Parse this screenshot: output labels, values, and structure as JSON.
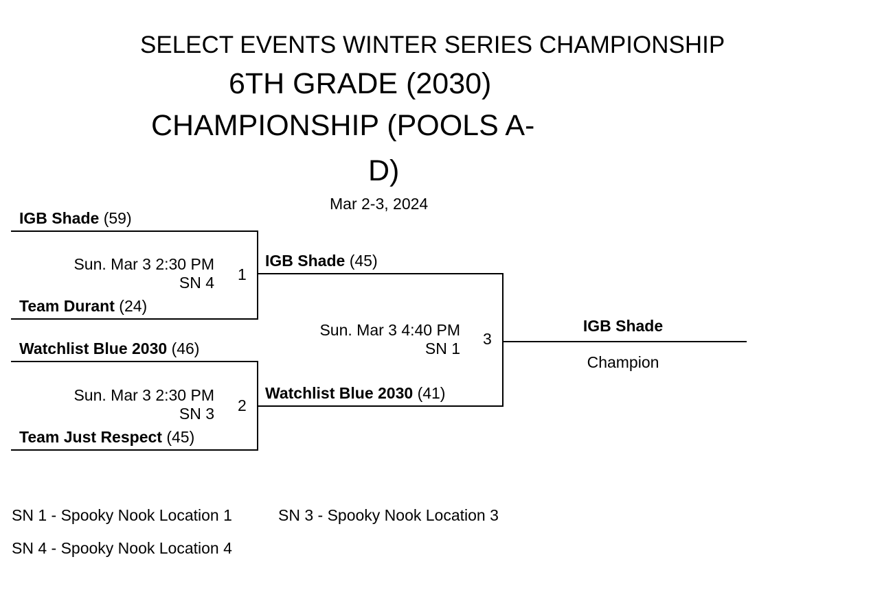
{
  "header": {
    "event": "SELECT EVENTS WINTER SERIES CHAMPIONSHIP",
    "title_line1": "6TH GRADE (2030)",
    "title_line2": "CHAMPIONSHIP (POOLS A-",
    "title_line3": "D)",
    "date": "Mar 2-3, 2024"
  },
  "games": [
    {
      "number": "1",
      "top_team": "IGB Shade",
      "top_score": "(59)",
      "bottom_team": "Team Durant",
      "bottom_score": "(24)",
      "time": "Sun. Mar 3 2:30 PM",
      "location": "SN 4"
    },
    {
      "number": "2",
      "top_team": "Watchlist Blue 2030",
      "top_score": "(46)",
      "bottom_team": "Team Just Respect",
      "bottom_score": "(45)",
      "time": "Sun. Mar 3 2:30 PM",
      "location": "SN 3"
    },
    {
      "number": "3",
      "top_team": "IGB Shade",
      "top_score": "(45)",
      "bottom_team": "Watchlist Blue 2030",
      "bottom_score": "(41)",
      "time": "Sun. Mar 3 4:40 PM",
      "location": "SN 1"
    }
  ],
  "champion": {
    "team": "IGB Shade",
    "label": "Champion"
  },
  "legend": [
    "SN 1 - Spooky Nook Location 1",
    "SN 3 - Spooky Nook Location 3",
    "SN 4 - Spooky Nook Location 4"
  ]
}
